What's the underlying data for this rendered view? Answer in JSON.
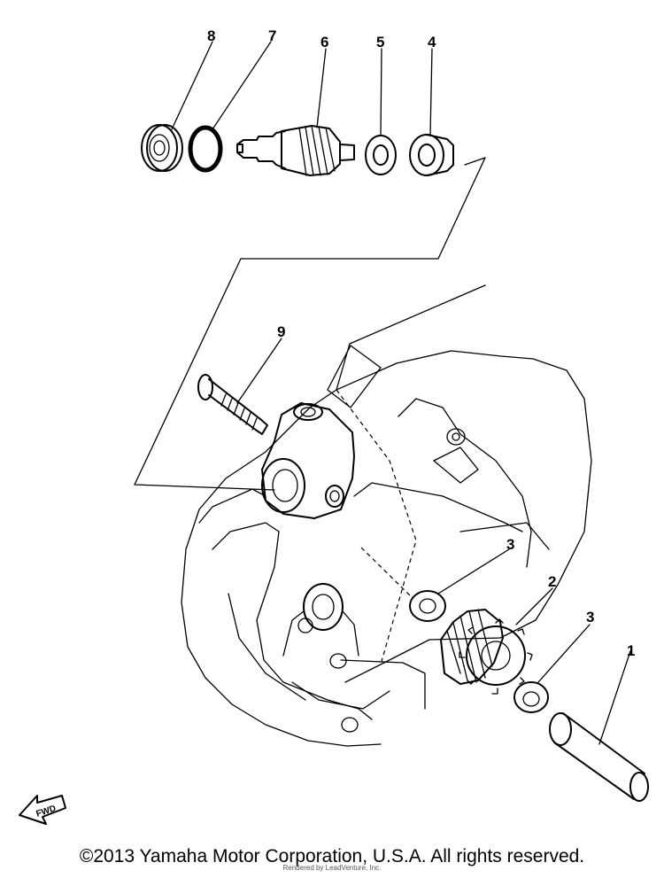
{
  "callouts": {
    "c1": "1",
    "c2": "2",
    "c3a": "3",
    "c3b": "3",
    "c4": "4",
    "c5": "5",
    "c6": "6",
    "c7": "7",
    "c8": "8",
    "c9": "9"
  },
  "fwd_label": "FWD",
  "copyright": "©2013 Yamaha Motor Corporation, U.S.A. All rights reserved.",
  "watermark": "Rendered by LeadVenture, Inc."
}
